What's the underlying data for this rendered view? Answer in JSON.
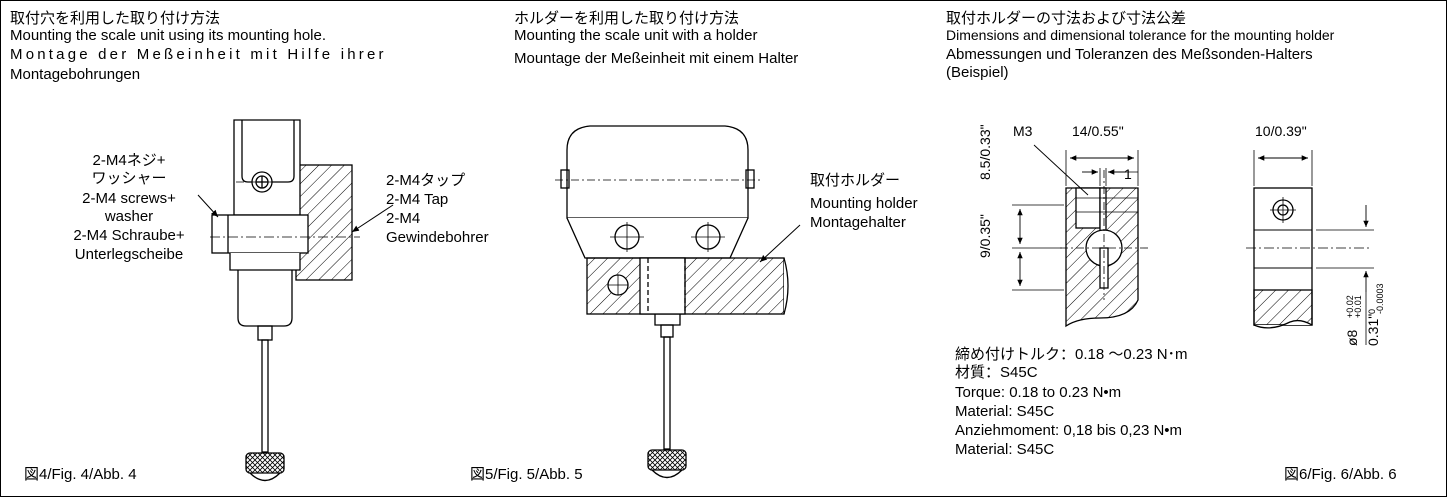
{
  "fig4": {
    "title_ja": "取付穴を利用した取り付け方法",
    "title_en": "Mounting the scale unit using its mounting hole.",
    "title_de_1": "Montage der Meßeinheit mit Hilfe ihrer",
    "title_de_2": "Montagebohrungen",
    "left_label": [
      "2-M4ネジ+",
      "ワッシャー",
      "2-M4 screws+",
      "washer",
      "2-M4 Schraube+",
      "Unterlegscheibe"
    ],
    "right_label": [
      "2-M4タップ",
      "2-M4 Tap",
      "2-M4",
      "Gewindebohrer"
    ],
    "caption": "図4/Fig. 4/Abb. 4"
  },
  "fig5": {
    "title_ja": "ホルダーを利用した取り付け方法",
    "title_en": "Mounting the scale unit with a holder",
    "title_de": "Mountage der Meßeinheit mit einem Halter",
    "holder_label": [
      "取付ホルダー",
      "Mounting holder",
      "Montagehalter"
    ],
    "caption": "図5/Fig. 5/Abb. 5"
  },
  "fig6": {
    "title_ja": "取付ホルダーの寸法および寸法公差",
    "title_en": "Dimensions and dimensional tolerance for the mounting holder",
    "title_de_1": "Abmessungen und Toleranzen des Meßsonden-Halters",
    "title_de_2": "(Beispiel)",
    "dim_m3": "M3",
    "dim_width": "14/0.55\"",
    "dim_side": "10/0.39\"",
    "dim_slot": "1",
    "dim_v1": "8.5/0.33\"",
    "dim_v2": "9/0.35\"",
    "dim_bore": "ø8",
    "dim_bore_tol_upper": "+0.02",
    "dim_bore_tol_lower": "+0.01",
    "dim_bore_in": "0.31\"",
    "dim_bore_in_upper": "0",
    "dim_bore_in_lower": "-0.0003",
    "notes": [
      "締め付けトルク：0.18 〜0.23 N･m",
      "材質：S45C",
      "Torque: 0.18 to 0.23 N•m",
      "Material: S45C",
      "Anziehmoment: 0,18 bis 0,23 N•m",
      "Material: S45C"
    ],
    "caption": "図6/Fig. 6/Abb. 6"
  }
}
